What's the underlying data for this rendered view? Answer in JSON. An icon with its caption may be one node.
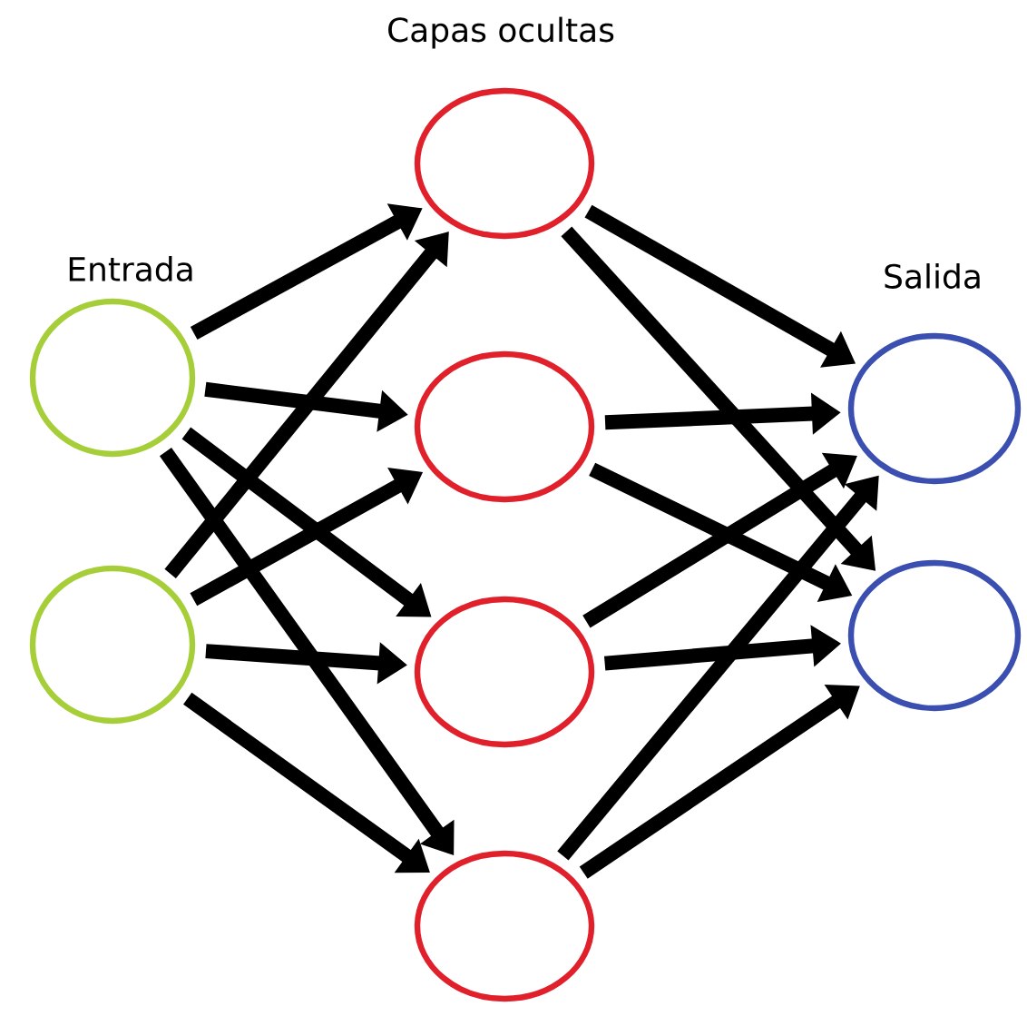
{
  "diagram": {
    "nodes": [
      {
        "text": [],
        "shape": "circle"
      },
      {
        "text": [],
        "shape": "circle"
      },
      {
        "text": [],
        "shape": "circle"
      },
      {
        "text": [],
        "shape": "circle"
      },
      {
        "text": [],
        "shape": "circle"
      },
      {
        "text": [],
        "shape": "circle"
      },
      {
        "text": [],
        "shape": "circle"
      },
      {
        "text": [],
        "shape": "circle"
      }
    ],
    "edges": [
      {
        "from": 0,
        "to": 2,
        "arrow": "to"
      },
      {
        "from": 0,
        "to": 3,
        "arrow": "to"
      },
      {
        "from": 0,
        "to": 4,
        "arrow": "to"
      },
      {
        "from": 0,
        "to": 5,
        "arrow": "to"
      },
      {
        "from": 1,
        "to": 2,
        "arrow": "to"
      },
      {
        "from": 1,
        "to": 3,
        "arrow": "to"
      },
      {
        "from": 1,
        "to": 4,
        "arrow": "to"
      },
      {
        "from": 1,
        "to": 5,
        "arrow": "to"
      },
      {
        "from": 2,
        "to": 6,
        "arrow": "to"
      },
      {
        "from": 2,
        "to": 7,
        "arrow": "to"
      },
      {
        "from": 3,
        "to": 6,
        "arrow": "to"
      },
      {
        "from": 3,
        "to": 7,
        "arrow": "to"
      },
      {
        "from": 4,
        "to": 6,
        "arrow": "to"
      },
      {
        "from": 4,
        "to": 7,
        "arrow": "to"
      },
      {
        "from": 5,
        "to": 6,
        "arrow": "to"
      },
      {
        "from": 5,
        "to": 7,
        "arrow": "to"
      }
    ],
    "labels": [
      "Capas ocultas",
      "Entrada",
      "Salida"
    ]
  }
}
